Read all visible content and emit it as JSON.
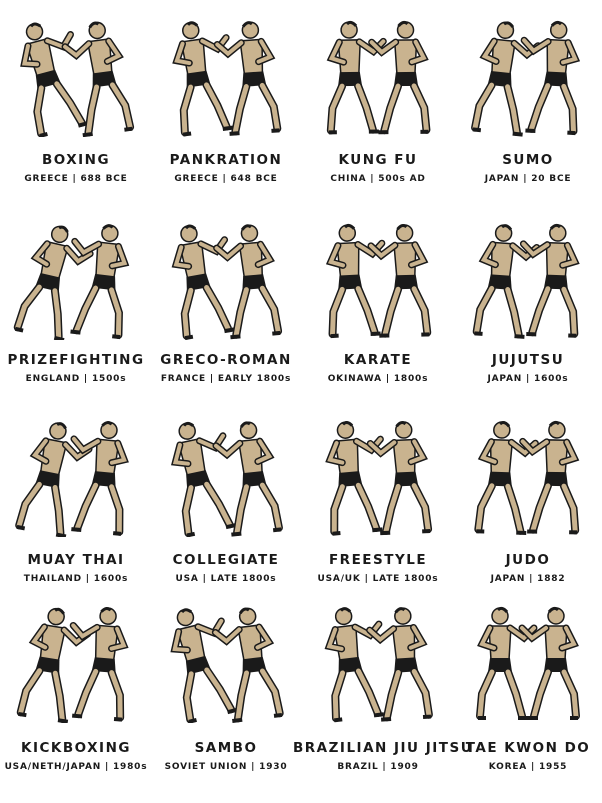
{
  "colors": {
    "skin": "#c9b38f",
    "ink": "#1a1a1a",
    "background": "#ffffff"
  },
  "arts": [
    {
      "name": "BOXING",
      "origin": "GREECE | 688 BCE"
    },
    {
      "name": "PANKRATION",
      "origin": "GREECE | 648 BCE"
    },
    {
      "name": "KUNG FU",
      "origin": "CHINA | 500s AD"
    },
    {
      "name": "SUMO",
      "origin": "JAPAN | 20 BCE"
    },
    {
      "name": "PRIZEFIGHTING",
      "origin": "ENGLAND | 1500s"
    },
    {
      "name": "GRECO-ROMAN",
      "origin": "FRANCE | EARLY 1800s"
    },
    {
      "name": "KARATE",
      "origin": "OKINAWA | 1800s"
    },
    {
      "name": "JUJUTSU",
      "origin": "JAPAN | 1600s"
    },
    {
      "name": "MUAY THAI",
      "origin": "THAILAND | 1600s"
    },
    {
      "name": "COLLEGIATE",
      "origin": "USA | LATE 1800s"
    },
    {
      "name": "FREESTYLE",
      "origin": "USA/UK | LATE 1800s"
    },
    {
      "name": "JUDO",
      "origin": "JAPAN | 1882"
    },
    {
      "name": "KICKBOXING",
      "origin": "USA/NETH/JAPAN | 1980s"
    },
    {
      "name": "SAMBO",
      "origin": "SOVIET UNION | 1930"
    },
    {
      "name": "BRAZILIAN JIU JITSU",
      "origin": "BRAZIL | 1909"
    },
    {
      "name": "TAE KWON DO",
      "origin": "KOREA | 1955"
    }
  ]
}
